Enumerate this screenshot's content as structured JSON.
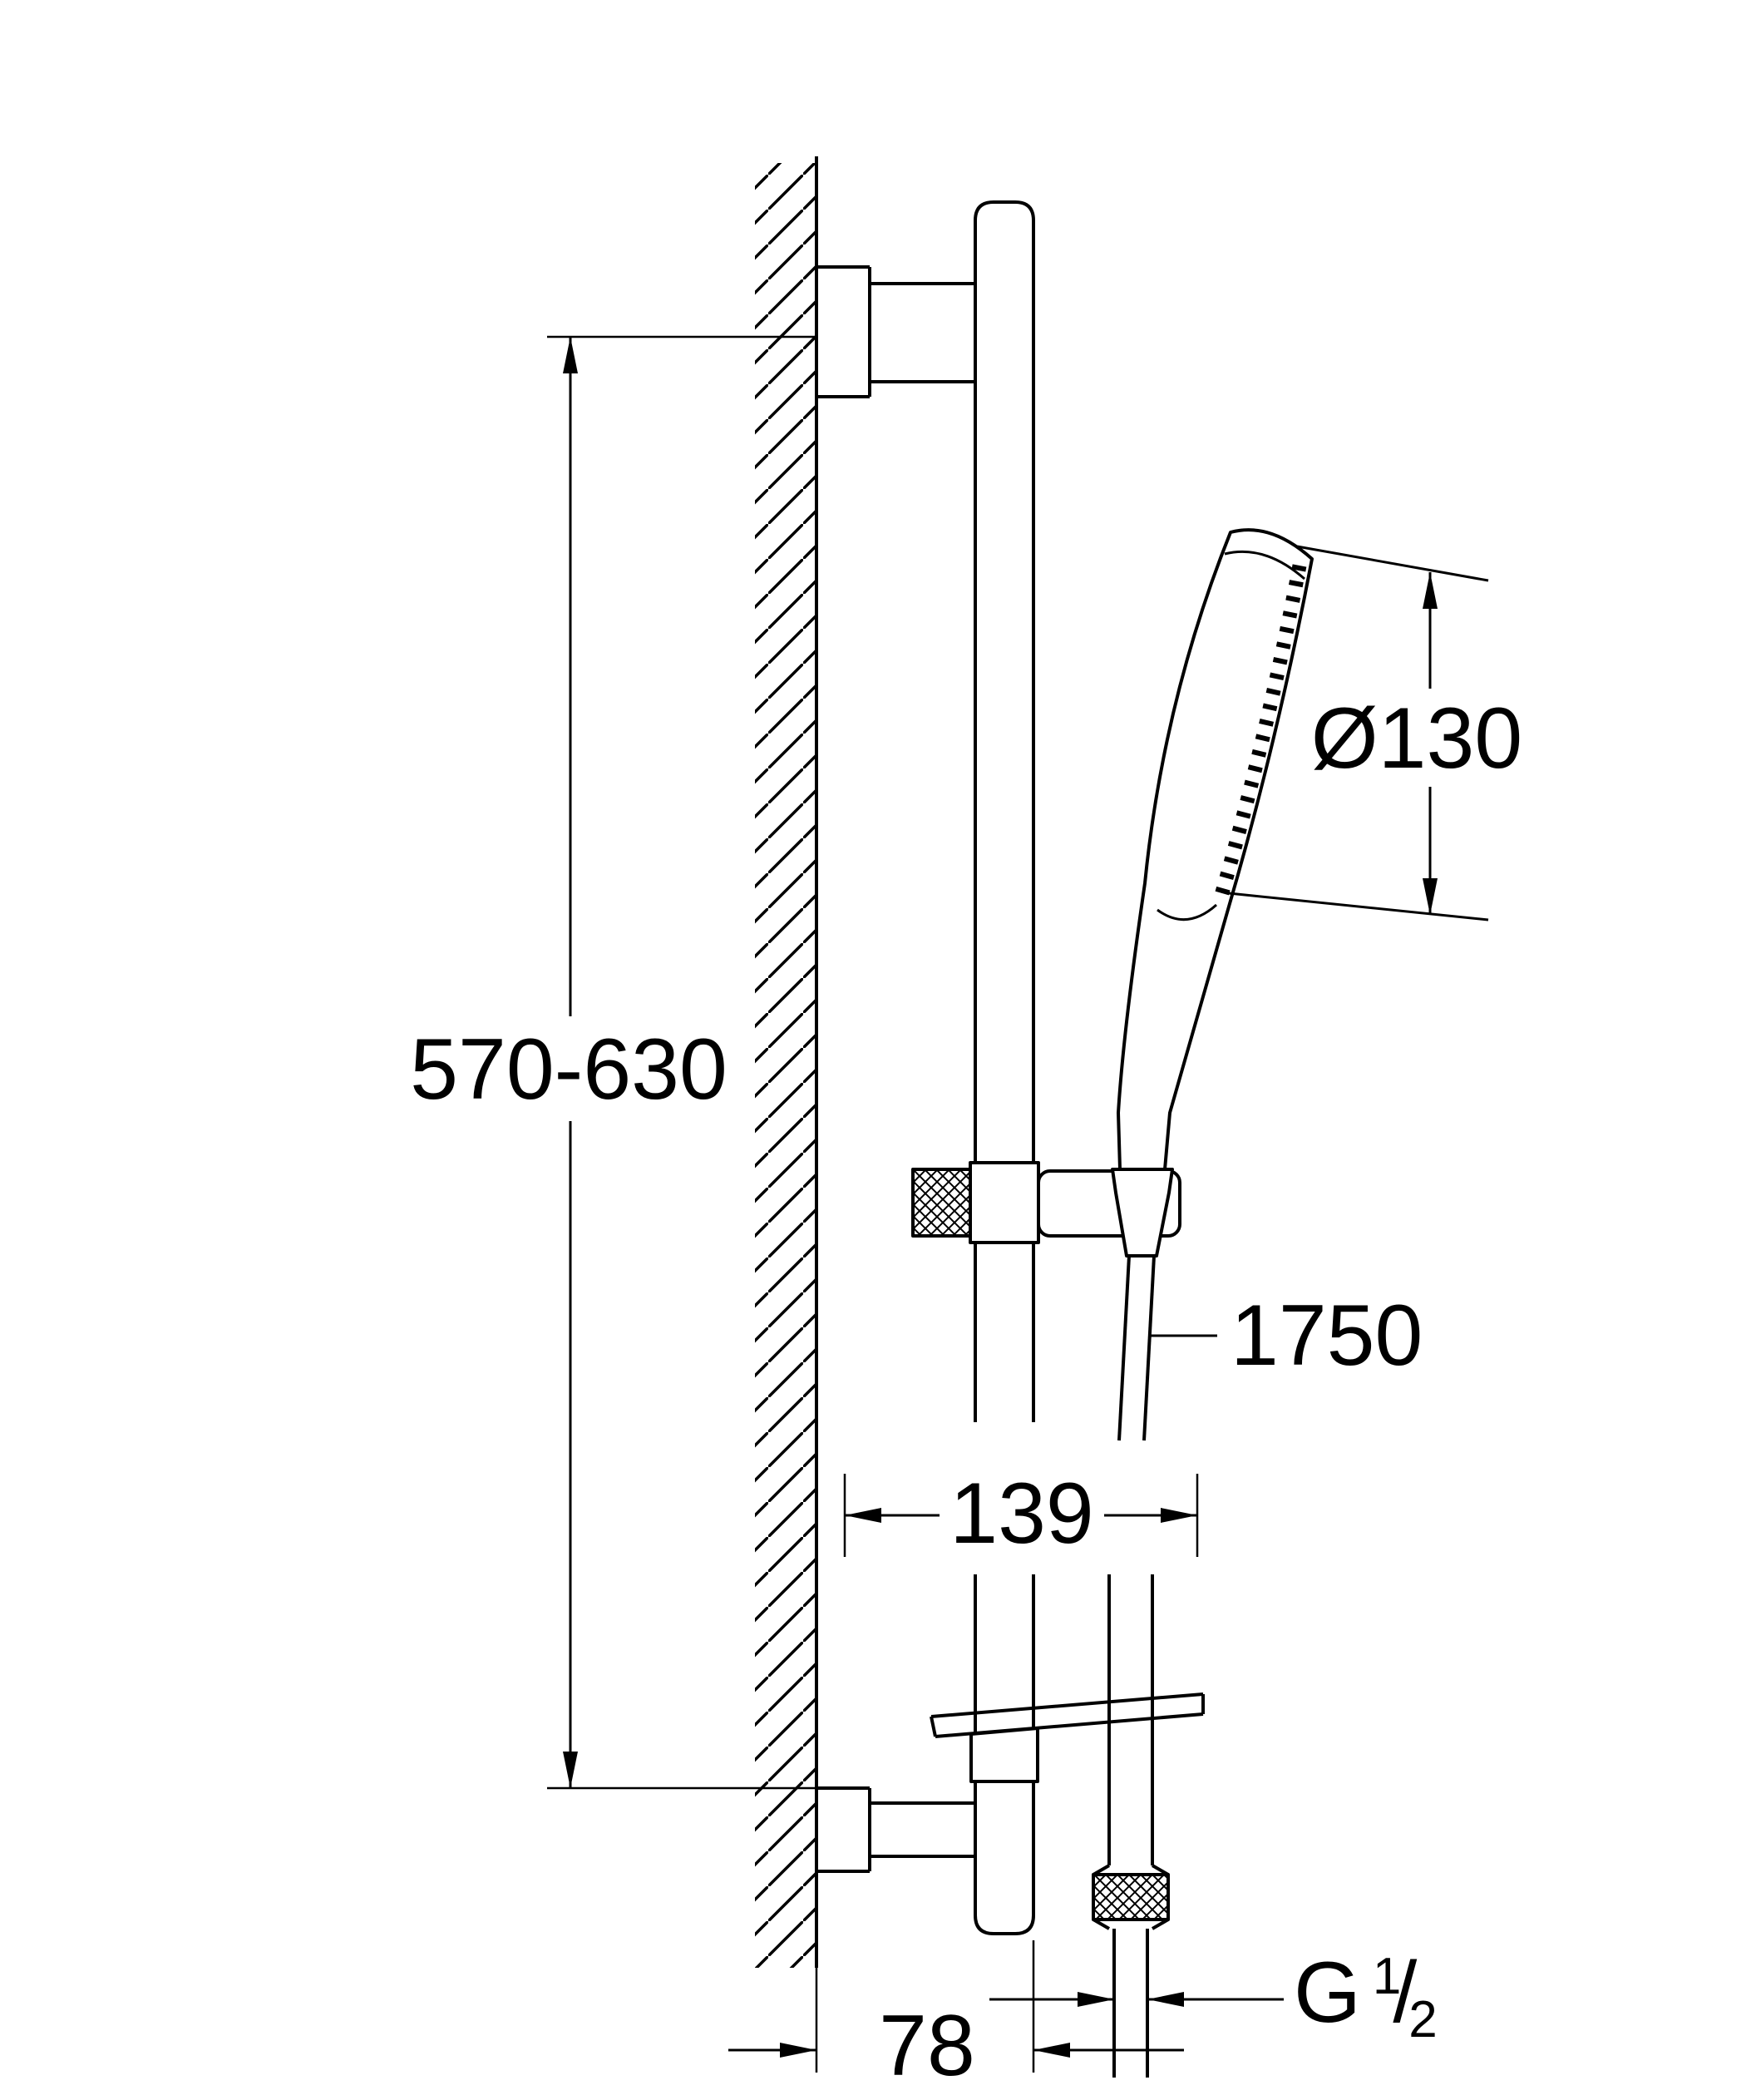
{
  "figure": {
    "rail_span": "570-630",
    "head_diameter": "Ø130",
    "hose_length": "1750",
    "bar_depth": "139",
    "wall_distance": "78",
    "thread": {
      "prefix": "G",
      "numerator": "1",
      "slash": "/",
      "denominator": "2"
    }
  },
  "colors": {
    "line": "#000000",
    "background": "#ffffff"
  }
}
